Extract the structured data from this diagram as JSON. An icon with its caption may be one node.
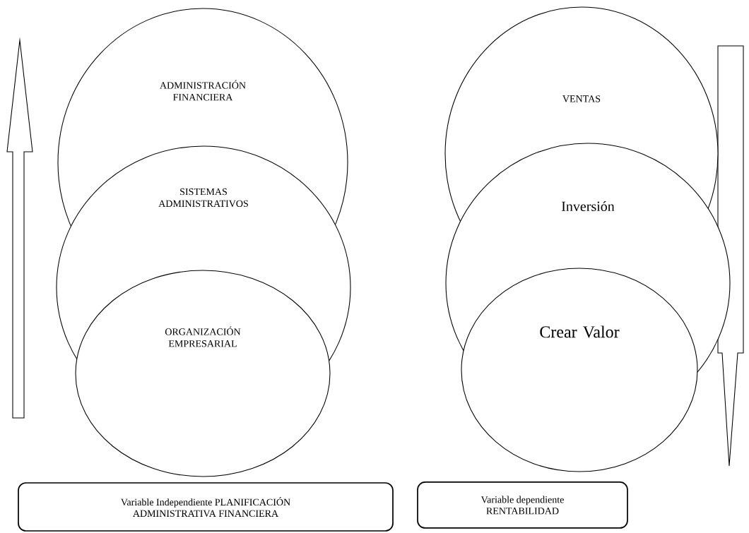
{
  "diagram": {
    "nodes": [
      {
        "text": [
          "ADMINISTRACIÓN FINANCIERA"
        ]
      },
      {
        "text": [
          "SISTEMAS ADMINISTRATIVOS"
        ]
      },
      {
        "text": [
          "ORGANIZACIÓN EMPRESARIAL"
        ]
      },
      {
        "text": [
          "VENTAS"
        ]
      },
      {
        "text": [
          "Inversión"
        ]
      },
      {
        "text": [
          "Crear Valor"
        ]
      },
      {
        "text": [
          "Variable Independiente PLANIFICACIÓN ADMINISTRATIVA FINANCIERA"
        ]
      },
      {
        "text": [
          "Variable dependiente RENTABILIDAD"
        ]
      }
    ]
  }
}
